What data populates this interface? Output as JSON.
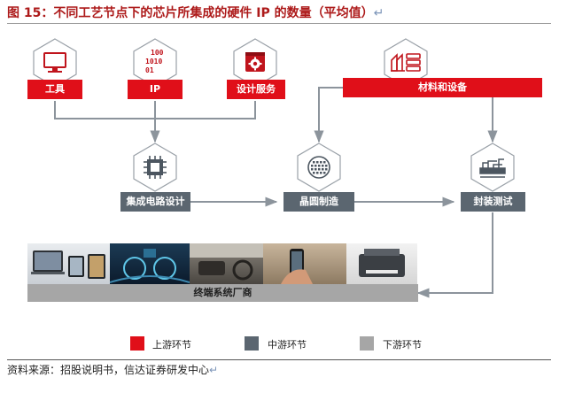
{
  "figure": {
    "title": "图 15：不同工艺节点下的芯片所集成的硬件 IP 的数量（平均值）",
    "title_mark": "↵"
  },
  "upstream": {
    "tools": "工具",
    "ip": "IP",
    "ip_icon_text": [
      "100",
      "1010",
      "01"
    ],
    "design_services": "设计服务",
    "materials": "材料和设备"
  },
  "midstream": {
    "ic_design": "集成电路设计",
    "wafer": "晶圆制造",
    "packaging": "封装测试"
  },
  "downstream": {
    "end_vendor": "终端系统厂商"
  },
  "legend": {
    "upstream": "上游环节",
    "midstream": "中游环节",
    "downstream": "下游环节"
  },
  "source": {
    "text": "资料来源：招股说明书，信达证券研发中心",
    "mark": "↵"
  },
  "colors": {
    "upstream": "#e00f19",
    "midstream": "#5b6670",
    "downstream": "#a6a6a6",
    "title": "#ad1a1a",
    "connector": "#8c949c"
  },
  "icons": [
    "monitor-icon",
    "binary-code-icon",
    "gear-window-icon",
    "factory-icon",
    "chip-icon",
    "wafer-icon",
    "circuit-board-icon"
  ]
}
